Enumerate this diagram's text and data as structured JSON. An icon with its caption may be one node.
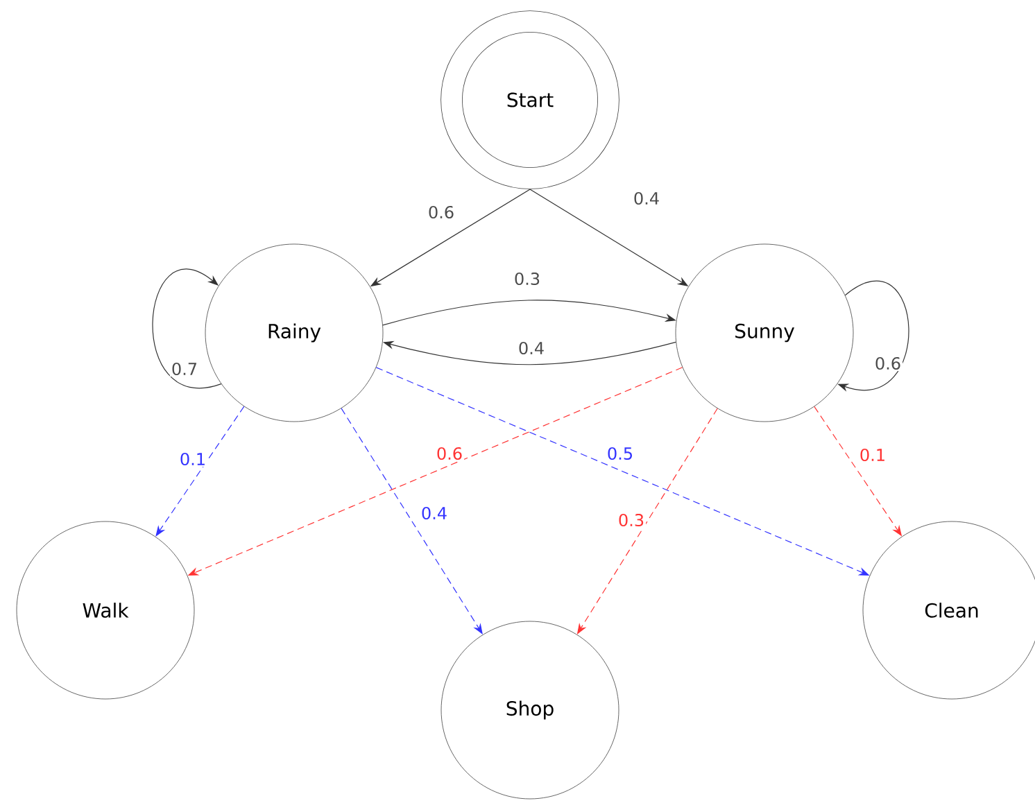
{
  "diagram": {
    "nodes": [
      {
        "text": [
          "Start"
        ]
      },
      {
        "text": [
          "Rainy"
        ]
      },
      {
        "text": [
          "Sunny"
        ]
      },
      {
        "text": [
          "Walk"
        ]
      },
      {
        "text": [
          "Shop"
        ]
      },
      {
        "text": [
          "Clean"
        ]
      }
    ],
    "edges": [
      {
        "from": 0,
        "to": 1,
        "arrow": "to",
        "label": "0.6"
      },
      {
        "from": 0,
        "to": 2,
        "arrow": "to",
        "label": "0.4"
      },
      {
        "from": 1,
        "to": 2,
        "arrow": "to",
        "label": "0.3"
      },
      {
        "from": 2,
        "to": 1,
        "arrow": "to",
        "label": "0.4"
      },
      {
        "from": 1,
        "to": 1,
        "arrow": "to",
        "label": "0.7"
      },
      {
        "from": 2,
        "to": 2,
        "arrow": "to",
        "label": "0.6"
      },
      {
        "from": 1,
        "to": 3,
        "arrow": "to",
        "label": "0.1",
        "style": "dashed",
        "color": "#3333ff"
      },
      {
        "from": 1,
        "to": 4,
        "arrow": "to",
        "label": "0.4",
        "style": "dashed",
        "color": "#3333ff"
      },
      {
        "from": 1,
        "to": 5,
        "arrow": "to",
        "label": "0.5",
        "style": "dashed",
        "color": "#3333ff"
      },
      {
        "from": 2,
        "to": 3,
        "arrow": "to",
        "label": "0.6",
        "style": "dashed",
        "color": "#ff3333"
      },
      {
        "from": 2,
        "to": 4,
        "arrow": "to",
        "label": "0.3",
        "style": "dashed",
        "color": "#ff3333"
      },
      {
        "from": 2,
        "to": 5,
        "arrow": "to",
        "label": "0.1",
        "style": "dashed",
        "color": "#ff3333"
      }
    ]
  }
}
